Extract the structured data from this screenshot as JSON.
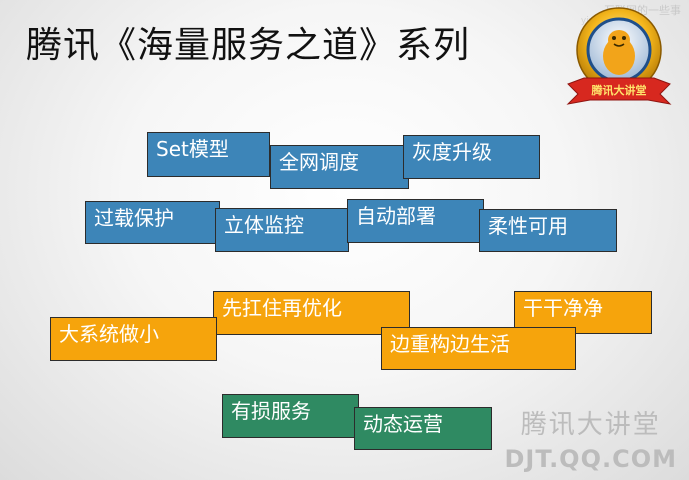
{
  "slide": {
    "title": "腾讯《海量服务之道》系列",
    "watermark_top": "互联网的一些事",
    "watermark_url": "yixieshi.com",
    "badge_text": "腾讯大讲堂",
    "brand_cn": "腾讯大讲堂",
    "brand_en": "DJT.QQ.COM"
  },
  "boxes": {
    "blue": [
      "Set模型",
      "全网调度",
      "灰度升级",
      "过载保护",
      "立体监控",
      "自动部署",
      "柔性可用"
    ],
    "orange": [
      "先扛住再优化",
      "干干净净",
      "大系统做小",
      "边重构边生活"
    ],
    "green": [
      "有损服务",
      "动态运营"
    ]
  },
  "colors": {
    "blue": "#3d85b8",
    "orange": "#f6a40c",
    "green": "#2f8a62",
    "badge_gold": "#f3b51b",
    "badge_ribbon": "#d7281f"
  }
}
